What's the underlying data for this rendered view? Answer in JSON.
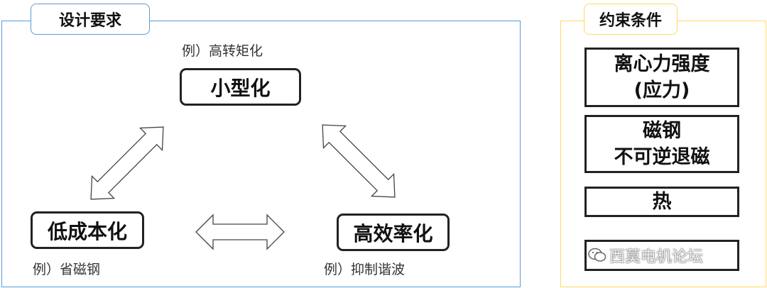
{
  "design_requirements": {
    "tab_label": "设计要求",
    "goals": {
      "miniaturization": {
        "label": "小型化",
        "example": "例）高转矩化"
      },
      "low_cost": {
        "label": "低成本化",
        "example": "例）省磁钢"
      },
      "high_efficiency": {
        "label": "高效率化",
        "example": "例）抑制谐波"
      }
    }
  },
  "constraints": {
    "tab_label": "约束条件",
    "items": {
      "strength": {
        "line1": "离心力强度",
        "line2": "(应力)"
      },
      "magnet": {
        "line1": "磁钢",
        "line2": "不可逆退磁"
      },
      "heat": {
        "line1": "热"
      }
    }
  },
  "watermark": {
    "text": "西莫电机论坛",
    "icon": "wechat-icon"
  },
  "colors": {
    "left_border": "#5b9bd5",
    "right_border": "#ffd966",
    "box_border": "#222222"
  }
}
